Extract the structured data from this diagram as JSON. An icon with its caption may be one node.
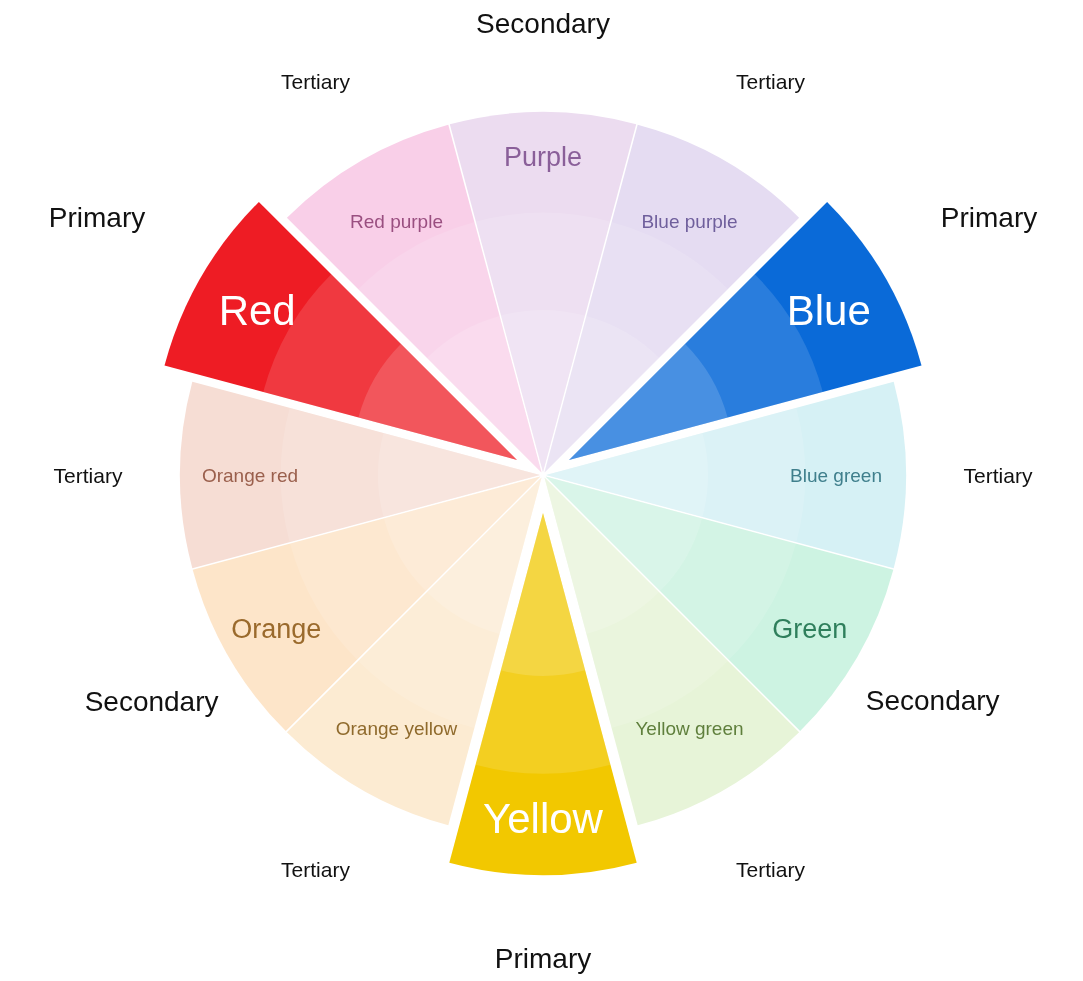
{
  "diagram": {
    "nodes": [
      {
        "text": [
          "Purple"
        ],
        "beside": [
          "Secondary"
        ]
      },
      {
        "text": [
          "Blue purple"
        ],
        "beside": [
          "Tertiary"
        ]
      },
      {
        "text": [
          "Blue"
        ],
        "beside": [
          "Primary"
        ]
      },
      {
        "text": [
          "Blue green"
        ],
        "beside": [
          "Tertiary"
        ]
      },
      {
        "text": [
          "Green"
        ],
        "beside": [
          "Secondary"
        ]
      },
      {
        "text": [
          "Yellow green"
        ],
        "beside": [
          "Tertiary"
        ]
      },
      {
        "text": [
          "Yellow"
        ],
        "beside": [
          "Primary"
        ]
      },
      {
        "text": [
          "Orange yellow"
        ],
        "beside": [
          "Tertiary"
        ]
      },
      {
        "text": [
          "Orange"
        ],
        "beside": [
          "Secondary"
        ]
      },
      {
        "text": [
          "Orange red"
        ],
        "beside": [
          "Tertiary"
        ]
      },
      {
        "text": [
          "Red"
        ],
        "beside": [
          "Primary"
        ]
      },
      {
        "text": [
          "Red purple"
        ],
        "beside": [
          "Tertiary"
        ]
      }
    ]
  }
}
